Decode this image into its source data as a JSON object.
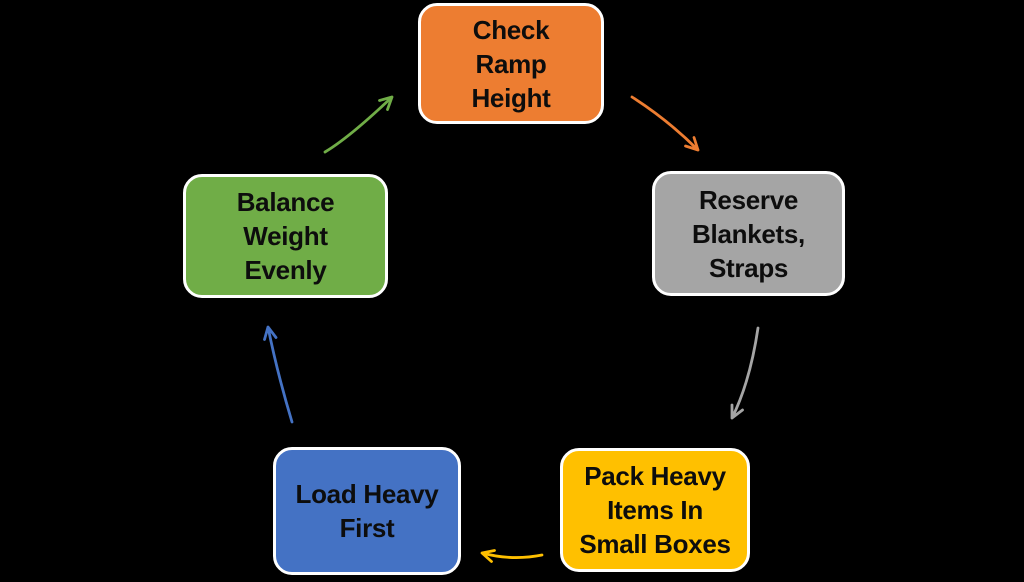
{
  "diagram": {
    "type": "cycle",
    "background": "#000000",
    "node_border_color": "#FFFFFF",
    "text_color": "#0D0D0D",
    "nodes": [
      {
        "id": "check-ramp-height",
        "label": "Check\nRamp\nHeight",
        "fill": "#ED7D31"
      },
      {
        "id": "reserve-blankets-straps",
        "label": "Reserve\nBlankets,\nStraps",
        "fill": "#A5A5A5"
      },
      {
        "id": "pack-heavy-items-in-small-boxes",
        "label": "Pack Heavy\nItems In\nSmall Boxes",
        "fill": "#FFC000"
      },
      {
        "id": "load-heavy-first",
        "label": "Load Heavy\nFirst",
        "fill": "#4472C4"
      },
      {
        "id": "balance-weight-evenly",
        "label": "Balance\nWeight\nEvenly",
        "fill": "#70AD47"
      }
    ],
    "edges": [
      {
        "from": "check-ramp-height",
        "to": "reserve-blankets-straps",
        "color": "#ED7D31"
      },
      {
        "from": "reserve-blankets-straps",
        "to": "pack-heavy-items-in-small-boxes",
        "color": "#A5A5A5"
      },
      {
        "from": "pack-heavy-items-in-small-boxes",
        "to": "load-heavy-first",
        "color": "#FFC000"
      },
      {
        "from": "load-heavy-first",
        "to": "balance-weight-evenly",
        "color": "#4472C4"
      },
      {
        "from": "balance-weight-evenly",
        "to": "check-ramp-height",
        "color": "#70AD47"
      }
    ]
  }
}
